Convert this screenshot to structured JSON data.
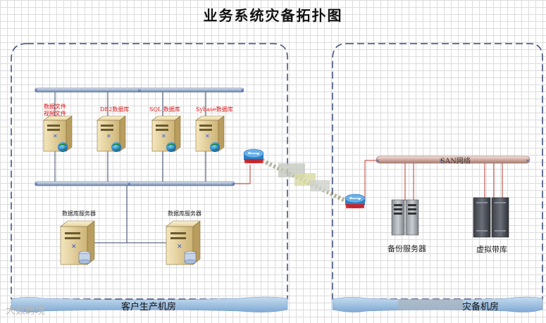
{
  "title": "业务系统灾备拓扑图",
  "production": {
    "room_label": "客户生产机房",
    "servers": [
      {
        "label_lines": [
          "数据文件",
          "视频文件"
        ]
      },
      {
        "label_lines": [
          "DB2数据库"
        ]
      },
      {
        "label_lines": [
          "SQL 数据库"
        ]
      },
      {
        "label_lines": [
          "Sybase数据库"
        ]
      }
    ],
    "db_servers": [
      {
        "label": "数据库服务器"
      },
      {
        "label": "数据库服务器"
      }
    ]
  },
  "disaster": {
    "room_label_visible": "灾备机房",
    "san_label": "SAN网络",
    "backup_server_label": "备份服务器",
    "tape_library_label": "虚拟带库"
  },
  "watermark": "大数跨境",
  "colors": {
    "bus": "#b6c4d6",
    "san_bus": "#d8b0a8",
    "room_border": "#3a4a7a",
    "footer": "#9dc3e6",
    "link_red": "#c0392b",
    "server_body": "#e8d6a2",
    "router": "#2e7fc2"
  }
}
